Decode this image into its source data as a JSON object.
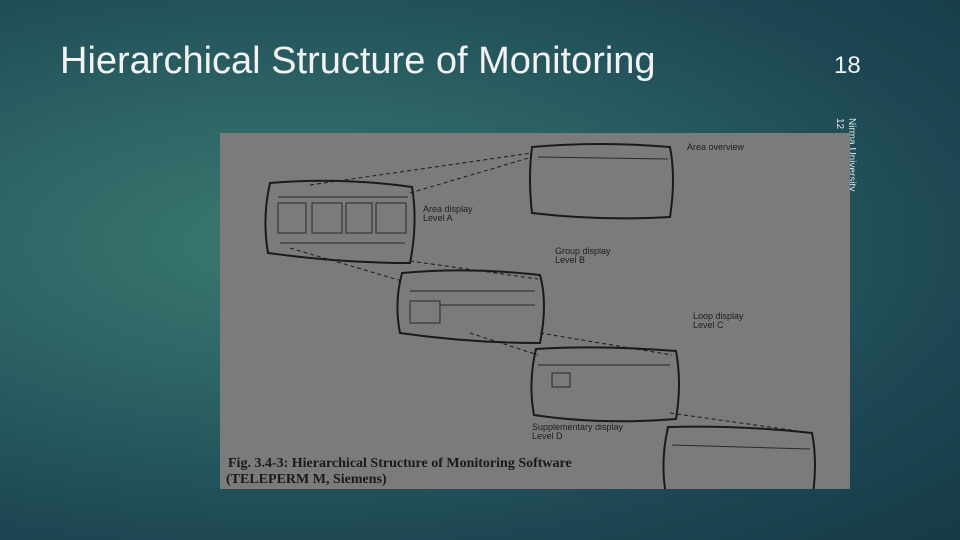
{
  "slide": {
    "title": "Hierarchical Structure of Monitoring",
    "number": "18",
    "footer_org": "Nirma University",
    "footer_date": "12"
  },
  "figure": {
    "labels": {
      "area_overview": "Area overview",
      "area_display": "Area display",
      "level_a": "Level A",
      "group_display": "Group display",
      "level_b": "Level B",
      "loop_display": "Loop display",
      "level_c": "Level C",
      "supplementary_display": "Supplementary display",
      "level_d": "Level D"
    },
    "caption_line1": "Fig. 3.4-3:  Hierarchical  Structure of Monitoring Software",
    "caption_line2": "(TELEPERM M, Siemens)"
  }
}
